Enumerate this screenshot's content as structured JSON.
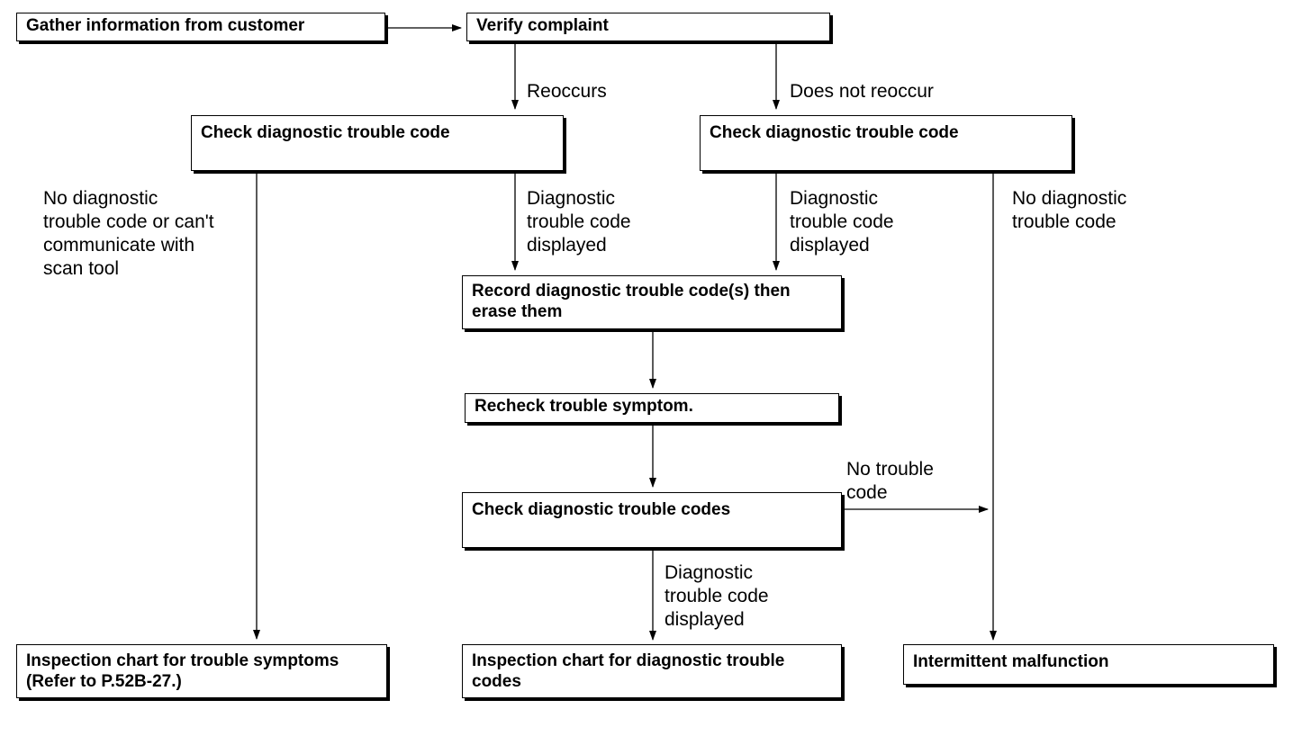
{
  "boxes": {
    "gather": "Gather information from customer",
    "verify": "Verify complaint",
    "check_left": "Check diagnostic trouble code",
    "check_right": "Check diagnostic trouble code",
    "record_line1": "Record diagnostic trouble code(s) then",
    "record_line2": "erase them",
    "recheck": "Recheck trouble symptom.",
    "check_codes": "Check diagnostic trouble codes",
    "inspect_symptoms_line1": "Inspection chart for trouble symptoms",
    "inspect_symptoms_line2": "(Refer to P.52B-27.)",
    "inspect_codes_line1": "Inspection chart for diagnostic trouble",
    "inspect_codes_line2": "codes",
    "intermittent": "Intermittent malfunction"
  },
  "labels": {
    "reoccurs": "Reoccurs",
    "not_reoccur": "Does not reoccur",
    "no_dtc_left": [
      "No diagnostic",
      "trouble code or can't",
      "communicate with",
      "scan tool"
    ],
    "dtc_displayed_left": [
      "Diagnostic",
      "trouble code",
      "displayed"
    ],
    "dtc_displayed_right": [
      "Diagnostic",
      "trouble code",
      "displayed"
    ],
    "no_dtc_right": [
      "No diagnostic",
      "trouble code"
    ],
    "no_trouble_code": [
      "No trouble",
      "code"
    ],
    "dtc_displayed_bottom": [
      "Diagnostic",
      "trouble code",
      "displayed"
    ]
  }
}
